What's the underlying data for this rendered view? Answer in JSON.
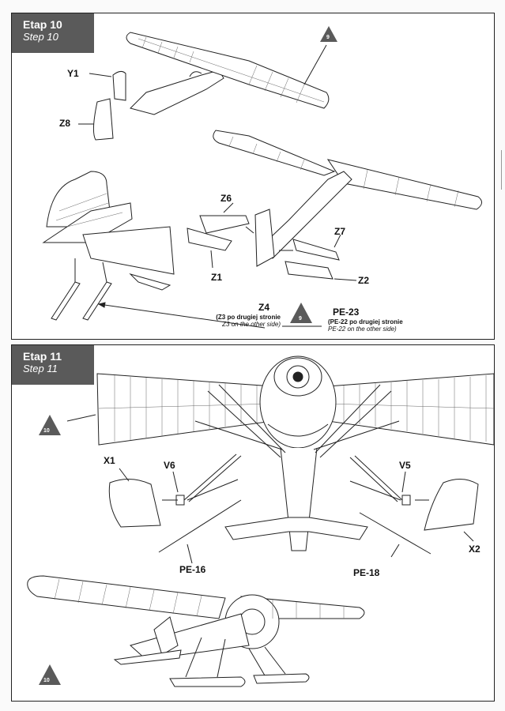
{
  "step10": {
    "title": "Etap 10",
    "subtitle": "Step 10",
    "ref_badge_top": "9",
    "ref_badge_mid": "9",
    "labels": {
      "y1": "Y1",
      "z8": "Z8",
      "z6": "Z6",
      "z1": "Z1",
      "z7": "Z7",
      "z2": "Z2",
      "z4": "Z4",
      "pe23": "PE-23"
    },
    "z4_note_pl": "(Z3 po drugiej stronie",
    "z4_note_en": "Z3 on the other side)",
    "pe23_note_pl": "(PE-22 po drugiej stronie",
    "pe23_note_en": "PE-22 on the other side)"
  },
  "step11": {
    "title": "Etap 11",
    "subtitle": "Step 11",
    "ref_badge_left": "10",
    "ref_badge_bottom": "10",
    "labels": {
      "x1": "X1",
      "v6": "V6",
      "v5": "V5",
      "x2": "X2",
      "pe16": "PE-16",
      "pe18": "PE-18"
    }
  },
  "colors": {
    "header_bg": "#5a5a5a",
    "badge_bg": "#5a5a5a",
    "line": "#222222"
  }
}
